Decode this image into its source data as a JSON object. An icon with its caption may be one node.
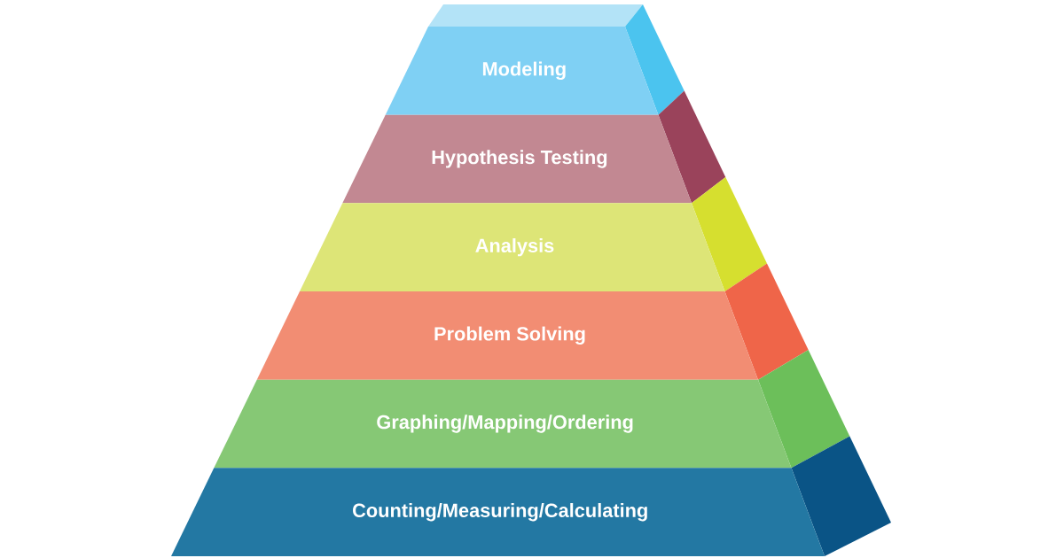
{
  "diagram": {
    "nodes": [
      {
        "text": [
          "Modeling"
        ]
      },
      {
        "text": [
          "Hypothesis Testing"
        ]
      },
      {
        "text": [
          "Analysis"
        ]
      },
      {
        "text": [
          "Problem Solving"
        ]
      },
      {
        "text": [
          "Graphing/Mapping/Ordering"
        ]
      },
      {
        "text": [
          "Counting/Measuring/Calculating"
        ]
      }
    ]
  }
}
